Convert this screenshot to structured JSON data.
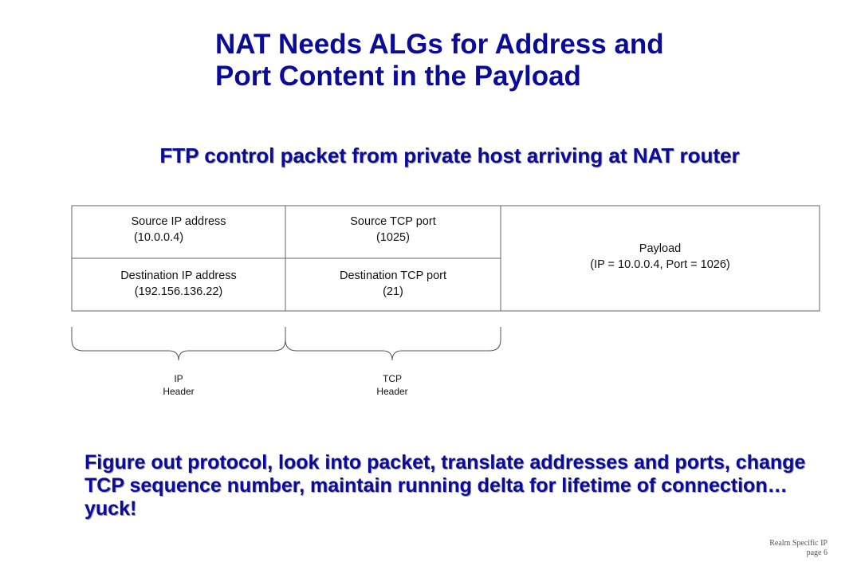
{
  "title": {
    "line1": "NAT Needs ALGs for Address and",
    "line2": "Port Content in the Payload"
  },
  "subtitle": "FTP control packet from private host arriving at NAT router",
  "packet": {
    "source_ip": {
      "label": "Source IP address",
      "value": "(10.0.0.4)"
    },
    "dest_ip": {
      "label": "Destination IP address",
      "value": "(192.156.136.22)"
    },
    "source_port": {
      "label": "Source TCP port",
      "value": "(1025)"
    },
    "dest_port": {
      "label": "Destination TCP port",
      "value": "(21)"
    },
    "payload": {
      "label": "Payload",
      "value": "(IP = 10.0.0.4, Port = 1026)"
    }
  },
  "brackets": {
    "ip": {
      "line1": "IP",
      "line2": "Header"
    },
    "tcp": {
      "line1": "TCP",
      "line2": "Header"
    }
  },
  "body_text": "Figure out protocol, look into packet, translate addresses and ports, change TCP sequence number, maintain running delta for lifetime of connection…yuck!",
  "footer": {
    "line1": "Realm Specific IP",
    "line2": "page 6"
  },
  "colors": {
    "title": "#0b0b99",
    "border": "#666666"
  }
}
